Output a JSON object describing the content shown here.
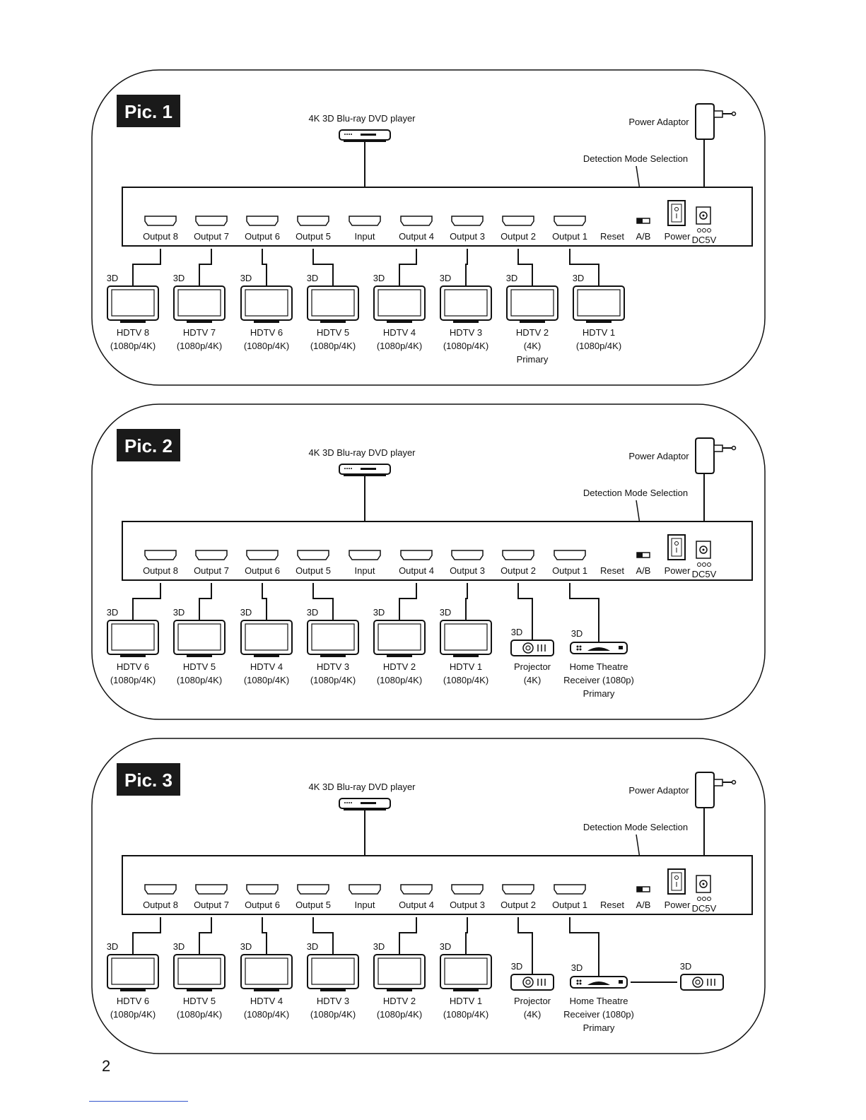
{
  "page_number": "2",
  "panels": [
    {
      "title": "Pic. 1",
      "player_label": "4K 3D Blu-ray DVD player",
      "power_adaptor_label": "Power Adaptor",
      "detection_label": "Detection Mode Selection",
      "ports": [
        "Output 8",
        "Output 7",
        "Output 6",
        "Output 5",
        "Input",
        "Output 4",
        "Output 3",
        "Output 2",
        "Output 1"
      ],
      "controls": {
        "reset": "Reset",
        "ab": "A/B",
        "power": "Power",
        "dc": "DC5V"
      },
      "devices": [
        {
          "kind": "tv",
          "tag": "3D",
          "lines": [
            "HDTV 8",
            "(1080p/4K)"
          ]
        },
        {
          "kind": "tv",
          "tag": "3D",
          "lines": [
            "HDTV 7",
            "(1080p/4K)"
          ]
        },
        {
          "kind": "tv",
          "tag": "3D",
          "lines": [
            "HDTV 6",
            "(1080p/4K)"
          ]
        },
        {
          "kind": "tv",
          "tag": "3D",
          "lines": [
            "HDTV 5",
            "(1080p/4K)"
          ]
        },
        {
          "kind": "tv",
          "tag": "3D",
          "lines": [
            "HDTV 4",
            "(1080p/4K)"
          ]
        },
        {
          "kind": "tv",
          "tag": "3D",
          "lines": [
            "HDTV 3",
            "(1080p/4K)"
          ]
        },
        {
          "kind": "tv",
          "tag": "3D",
          "lines": [
            "HDTV 2",
            "(4K)",
            "Primary"
          ]
        },
        {
          "kind": "tv",
          "tag": "3D",
          "lines": [
            "HDTV 1",
            "(1080p/4K)"
          ]
        }
      ],
      "extra_projector_tag": ""
    },
    {
      "title": "Pic. 2",
      "player_label": "4K 3D Blu-ray DVD player",
      "power_adaptor_label": "Power Adaptor",
      "detection_label": "Detection Mode Selection",
      "ports": [
        "Output 8",
        "Output 7",
        "Output 6",
        "Output 5",
        "Input",
        "Output 4",
        "Output 3",
        "Output 2",
        "Output 1"
      ],
      "controls": {
        "reset": "Reset",
        "ab": "A/B",
        "power": "Power",
        "dc": "DC5V"
      },
      "devices": [
        {
          "kind": "tv",
          "tag": "3D",
          "lines": [
            "HDTV 6",
            "(1080p/4K)"
          ]
        },
        {
          "kind": "tv",
          "tag": "3D",
          "lines": [
            "HDTV 5",
            "(1080p/4K)"
          ]
        },
        {
          "kind": "tv",
          "tag": "3D",
          "lines": [
            "HDTV 4",
            "(1080p/4K)"
          ]
        },
        {
          "kind": "tv",
          "tag": "3D",
          "lines": [
            "HDTV 3",
            "(1080p/4K)"
          ]
        },
        {
          "kind": "tv",
          "tag": "3D",
          "lines": [
            "HDTV 2",
            "(1080p/4K)"
          ]
        },
        {
          "kind": "tv",
          "tag": "3D",
          "lines": [
            "HDTV 1",
            "(1080p/4K)"
          ]
        },
        {
          "kind": "projector",
          "tag": "3D",
          "lines": [
            "Projector",
            "(4K)"
          ]
        },
        {
          "kind": "receiver",
          "tag": "3D",
          "lines": [
            "Home Theatre",
            "Receiver (1080p)",
            "Primary"
          ]
        }
      ],
      "extra_projector_tag": ""
    },
    {
      "title": "Pic. 3",
      "player_label": "4K 3D Blu-ray DVD player",
      "power_adaptor_label": "Power Adaptor",
      "detection_label": "Detection Mode Selection",
      "ports": [
        "Output 8",
        "Output 7",
        "Output 6",
        "Output 5",
        "Input",
        "Output 4",
        "Output 3",
        "Output 2",
        "Output 1"
      ],
      "controls": {
        "reset": "Reset",
        "ab": "A/B",
        "power": "Power",
        "dc": "DC5V"
      },
      "devices": [
        {
          "kind": "tv",
          "tag": "3D",
          "lines": [
            "HDTV 6",
            "(1080p/4K)"
          ]
        },
        {
          "kind": "tv",
          "tag": "3D",
          "lines": [
            "HDTV 5",
            "(1080p/4K)"
          ]
        },
        {
          "kind": "tv",
          "tag": "3D",
          "lines": [
            "HDTV 4",
            "(1080p/4K)"
          ]
        },
        {
          "kind": "tv",
          "tag": "3D",
          "lines": [
            "HDTV 3",
            "(1080p/4K)"
          ]
        },
        {
          "kind": "tv",
          "tag": "3D",
          "lines": [
            "HDTV 2",
            "(1080p/4K)"
          ]
        },
        {
          "kind": "tv",
          "tag": "3D",
          "lines": [
            "HDTV 1",
            "(1080p/4K)"
          ]
        },
        {
          "kind": "projector",
          "tag": "3D",
          "lines": [
            "Projector",
            "(4K)"
          ]
        },
        {
          "kind": "receiver",
          "tag": "3D",
          "lines": [
            "Home Theatre",
            "Receiver (1080p)",
            "Primary"
          ]
        }
      ],
      "extra_projector_tag": "3D"
    }
  ]
}
